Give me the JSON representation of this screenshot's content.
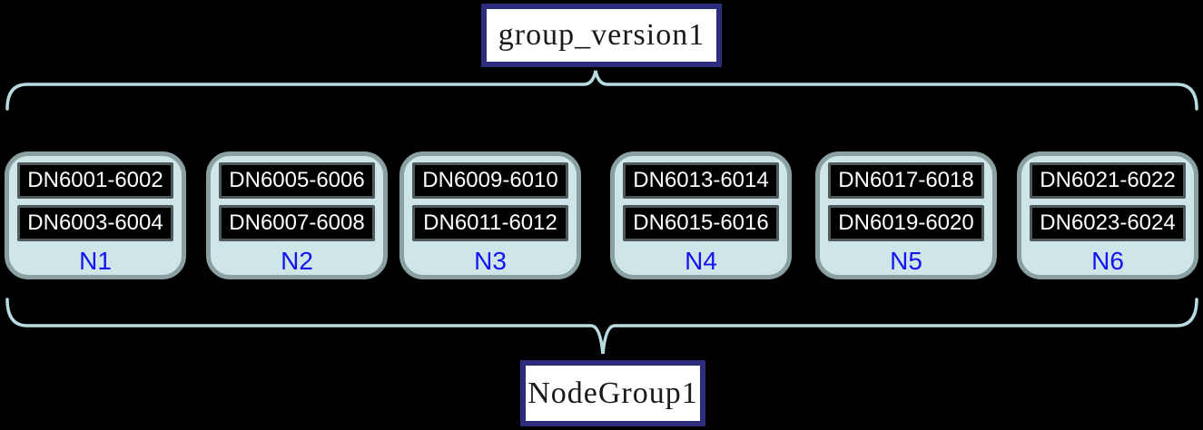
{
  "diagram": {
    "top_label": "group_version1",
    "bottom_label": "NodeGroup1"
  },
  "nodes": [
    {
      "label": "N1",
      "ranges": [
        "DN6001-6002",
        "DN6003-6004"
      ]
    },
    {
      "label": "N2",
      "ranges": [
        "DN6005-6006",
        "DN6007-6008"
      ]
    },
    {
      "label": "N3",
      "ranges": [
        "DN6009-6010",
        "DN6011-6012"
      ]
    },
    {
      "label": "N4",
      "ranges": [
        "DN6013-6014",
        "DN6015-6016"
      ]
    },
    {
      "label": "N5",
      "ranges": [
        "DN6017-6018",
        "DN6019-6020"
      ]
    },
    {
      "label": "N6",
      "ranges": [
        "DN6021-6022",
        "DN6023-6024"
      ]
    }
  ],
  "colors": {
    "background": "#000000",
    "node_fill": "#cfe6e8",
    "node_border": "#8ba1a1",
    "dn_box_fill": "#000000",
    "dn_box_border": "#4f5a5a",
    "dn_text": "#ffffff",
    "node_label_text": "#1414f0",
    "brace": "#b9dce0",
    "label_box_border": "#2d2d7e",
    "label_box_fill": "#ffffff",
    "label_text": "#1a1a1a"
  }
}
